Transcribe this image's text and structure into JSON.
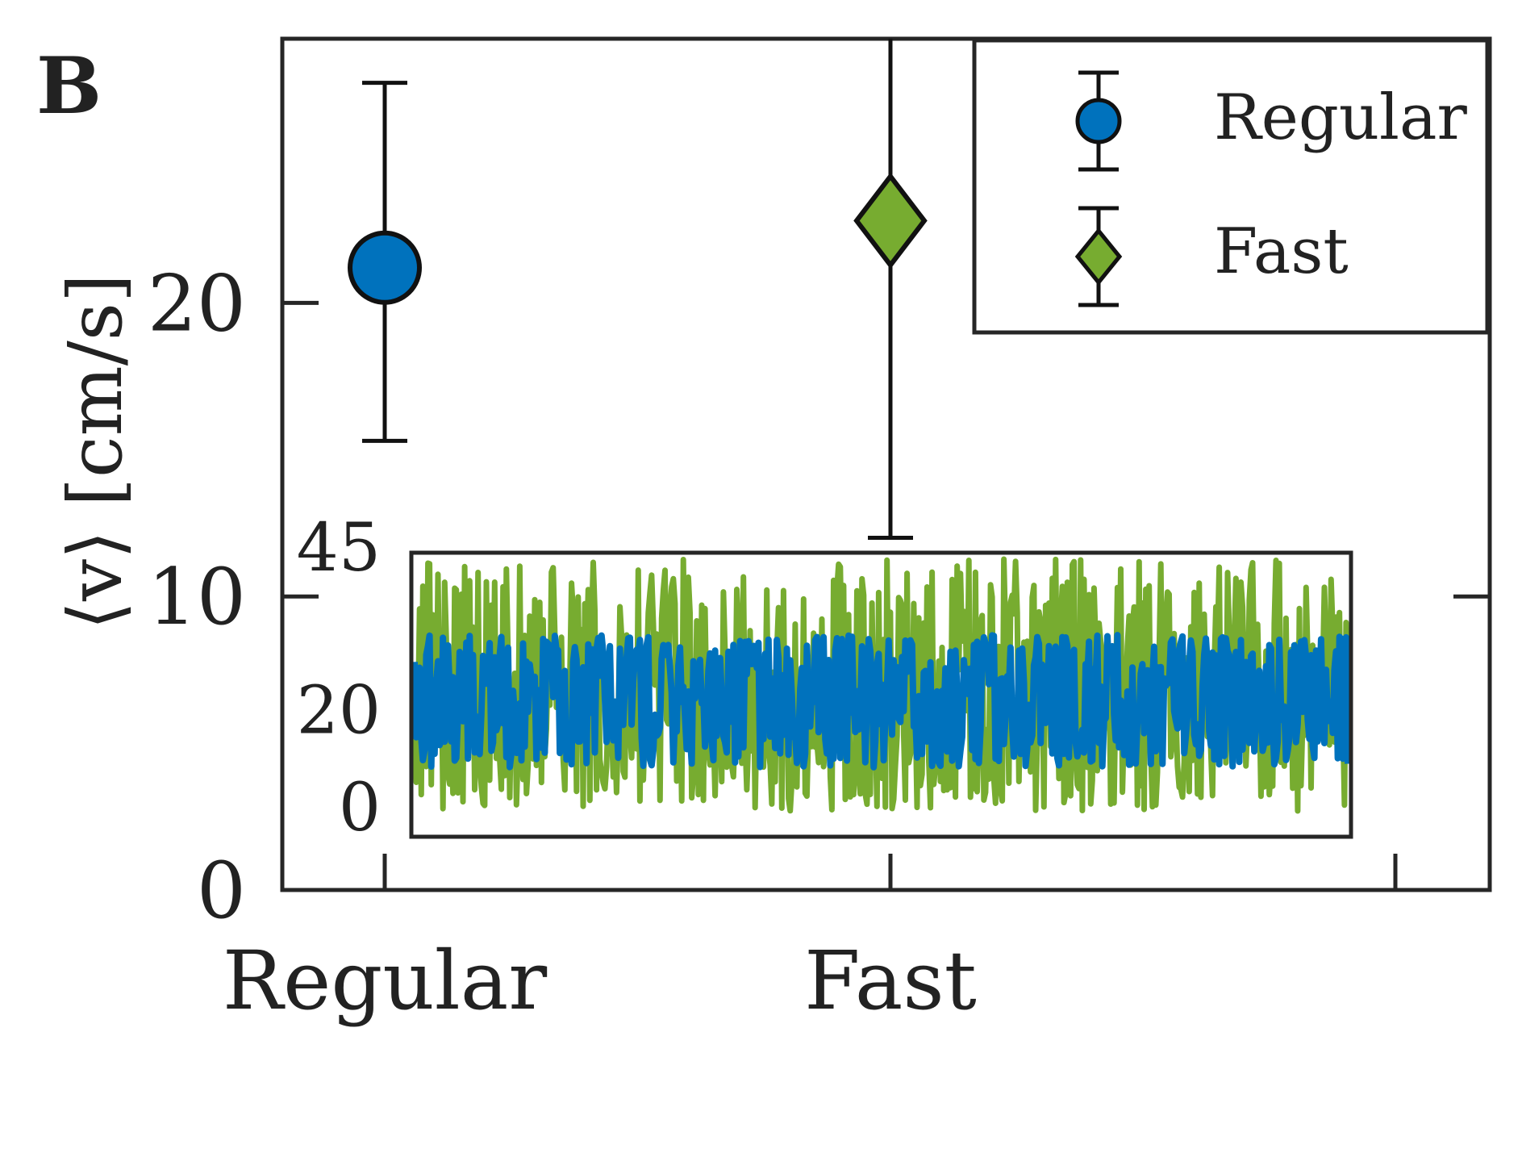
{
  "panel_label": "B",
  "chart_data": [
    {
      "type": "scatter",
      "role": "main",
      "ylabel": "⟨v⟩ [cm/s]",
      "ylim": [
        0,
        29
      ],
      "yticks": [
        0,
        10,
        20
      ],
      "xcategories": [
        "Regular",
        "Fast"
      ],
      "series": [
        {
          "name": "Regular",
          "marker": "circle",
          "color": "#0072BD",
          "x": "Regular",
          "y": 21.2,
          "err_low": 15.3,
          "err_high": 27.5
        },
        {
          "name": "Fast",
          "marker": "diamond",
          "color": "#77AC30",
          "x": "Fast",
          "y": 22.8,
          "err_low": 12.0,
          "err_high": 29.0
        }
      ],
      "legend": {
        "position": "top-right",
        "entries": [
          "Regular",
          "Fast"
        ]
      }
    },
    {
      "type": "line",
      "role": "inset",
      "ylim": [
        0,
        45
      ],
      "yticks": [
        0,
        20,
        45
      ],
      "series": [
        {
          "name": "Fast",
          "color": "#77AC30",
          "mean": 21,
          "min": 4,
          "max": 44
        },
        {
          "name": "Regular",
          "color": "#0072BD",
          "mean": 21,
          "min": 11,
          "max": 32
        }
      ]
    }
  ]
}
